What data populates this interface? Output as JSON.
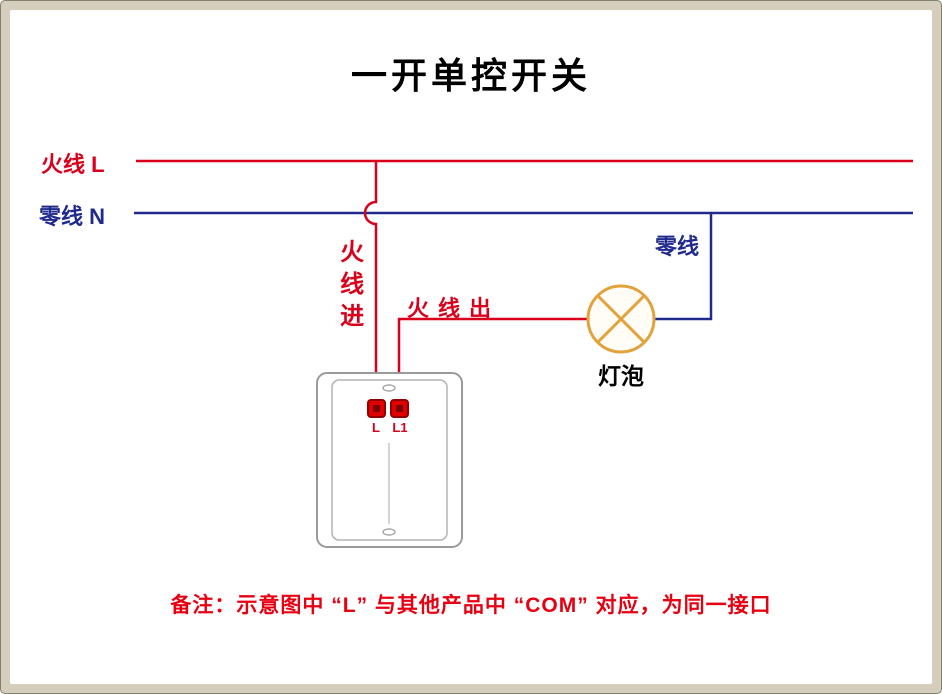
{
  "title": "一开单控开关",
  "wires": {
    "live": {
      "label": "火线 L",
      "color": "#d9001b"
    },
    "neutral": {
      "label": "零线 N",
      "color": "#1f2a8c"
    },
    "live_in_label": "火线进",
    "live_out_label": "火线出",
    "neutral_branch_label": "零线"
  },
  "lamp": {
    "label": "灯泡",
    "stroke_color": "#e2a23c"
  },
  "switch": {
    "terminals": {
      "left": "L",
      "right": "L1"
    },
    "terminal_color": "#e00000"
  },
  "note": "备注：示意图中 “L” 与其他产品中 “COM” 对应，为同一接口",
  "colors": {
    "frame_background": "#d6cebc",
    "canvas_background": "#ffffff",
    "wire_live": "#d9001b",
    "wire_neutral": "#1f2a8c",
    "lamp_stroke": "#e2a23c",
    "note_text": "#e60012"
  }
}
